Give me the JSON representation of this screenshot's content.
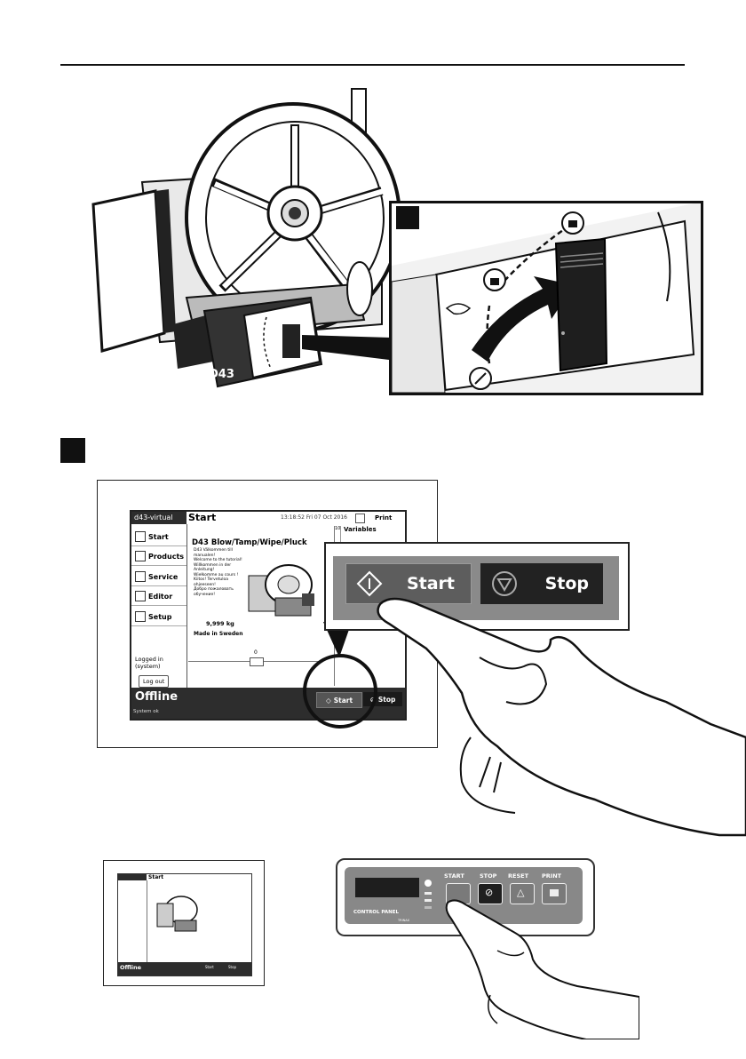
{
  "figure1": {
    "machine_label": "D43"
  },
  "step_b": {
    "badge": ""
  },
  "screen": {
    "system_name": "d43-virtual",
    "page_title": "Start",
    "datetime": "13:18:52 Fri 07 Oct 2016",
    "print_label": "Print",
    "sidebar": {
      "items": [
        {
          "label": "Start",
          "icon": "home-icon"
        },
        {
          "label": "Products",
          "icon": "document-icon"
        },
        {
          "label": "Service",
          "icon": "tools-icon"
        },
        {
          "label": "Editor",
          "icon": "pencil-icon"
        },
        {
          "label": "Setup",
          "icon": "setup-icon"
        }
      ],
      "logged_in": "Logged in",
      "logged_user": "(system)",
      "logout": "Log out"
    },
    "product": {
      "title": "D43 Blow/Tamp/Wipe/Pluck",
      "welcome_lines": [
        "D43 Välkommen till",
        "manualen!",
        "Welcome to the tutorial!",
        "Willkommen in der",
        "Anleitung!",
        "Wiełkomme au cours !",
        "Kiitos! Tervetuloa",
        "ohjeeseen!",
        "Добро пожаловать",
        "обучение!"
      ],
      "weight": "9,999 kg",
      "origin": "Made in Sweden"
    },
    "slider_value": "0",
    "variables_label": "Variables",
    "vars_count": "10",
    "status": "Offline",
    "status_sub": "System ok",
    "start_label": "Start",
    "stop_label": "Stop"
  },
  "zoom_buttons": {
    "start_label": "Start",
    "stop_label": "Stop"
  },
  "small_screen": {
    "page_title": "Start",
    "status": "Offline",
    "start_label": "Start",
    "stop_label": "Stop"
  },
  "control_panel": {
    "label": "CONTROL PANEL",
    "brand": "TRINAX",
    "buttons": [
      "START",
      "STOP",
      "RESET",
      "PRINT"
    ]
  }
}
